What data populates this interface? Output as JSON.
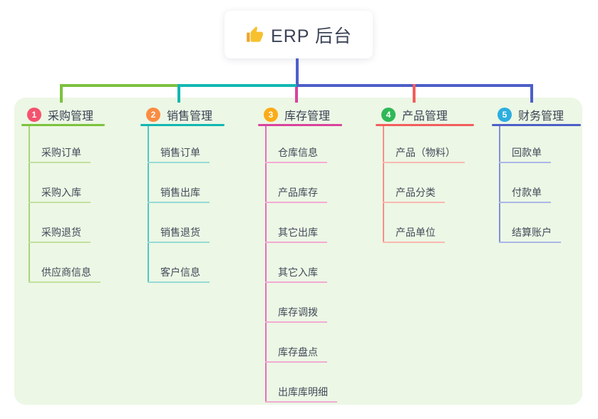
{
  "root": {
    "title": "ERP 后台",
    "icon": "thumbs-up-icon"
  },
  "colors": {
    "page_bg": "#ffffff",
    "canvas_bg": "#ecf7e5",
    "stem_blue": "#4f5fc8",
    "root_text": "#3b4356",
    "title_text": "#3a4254",
    "child_text": "#434a59"
  },
  "branches": [
    {
      "badge": "1",
      "title": "采购管理",
      "badge_color": "#f4536e",
      "line": "#7cc23d",
      "line_mid": "#a6d577",
      "line_light": "#c2e19e",
      "children": [
        "采购订单",
        "采购入库",
        "采购退货",
        "供应商信息"
      ]
    },
    {
      "badge": "2",
      "title": "销售管理",
      "badge_color": "#fa8c42",
      "line": "#13b7b2",
      "line_mid": "#52c7c0",
      "line_light": "#96dbd5",
      "children": [
        "销售订单",
        "销售出库",
        "销售退货",
        "客户信息"
      ]
    },
    {
      "badge": "3",
      "title": "库存管理",
      "badge_color": "#fbab18",
      "line": "#d9429d",
      "line_mid": "#e470b5",
      "line_light": "#f2abd4",
      "children": [
        "仓库信息",
        "产品库存",
        "其它出库",
        "其它入库",
        "库存调拨",
        "库存盘点",
        "出库库明细"
      ]
    },
    {
      "badge": "4",
      "title": "产品管理",
      "badge_color": "#2fb857",
      "line": "#f35d5d",
      "line_mid": "#f78f88",
      "line_light": "#f9b8b1",
      "children": [
        "产品（物料）",
        "产品分类",
        "产品单位"
      ]
    },
    {
      "badge": "5",
      "title": "财务管理",
      "badge_color": "#2caee0",
      "line": "#4d5ec8",
      "line_mid": "#8090d7",
      "line_light": "#abb7e8",
      "children": [
        "回款单",
        "付款单",
        "结算账户"
      ]
    }
  ]
}
